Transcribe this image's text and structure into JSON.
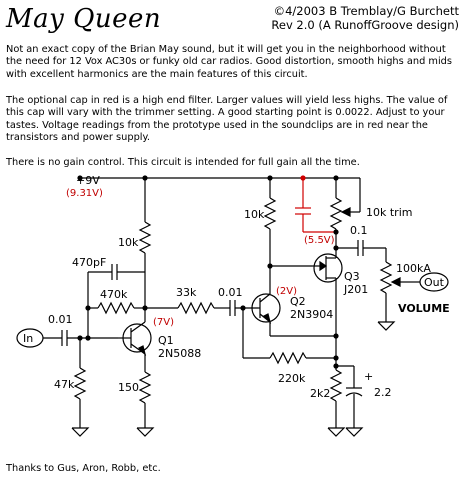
{
  "header": {
    "title": "May Queen",
    "credit_line1": "©4/2003  B Tremblay/G Burchett",
    "credit_line2": "Rev 2.0  (A RunoffGroove design)"
  },
  "description": {
    "p1": "Not an exact copy of the Brian May sound, but it will get you in the neighborhood without the need for 12 Vox AC30s or funky old car radios.  Good distortion, smooth highs and mids with excellent harmonics are the main features of this circuit.",
    "p2": "The optional cap in red is a high end filter.  Larger values will yield less highs.  The value of this cap will vary with the trimmer setting.  A good starting point is 0.0022.  Adjust to your tastes.  Voltage readings from the prototype used in the soundclips are in red near the transistors and power supply.",
    "p3": "There is no gain control.  This circuit is intended for full gain all the time."
  },
  "schematic": {
    "supply": "+9V",
    "supply_reading": "(9.31V)",
    "r_10k_left": "10k",
    "c_470pf": "470pF",
    "r_470k": "470k",
    "r_33k": "33k",
    "c_001_mid": "0.01",
    "c_001_in": "0.01",
    "input": "In",
    "q1_name": "Q1",
    "q1_part": "2N5088",
    "q1_reading": "(7V)",
    "r_47k": "47k",
    "r_150": "150",
    "q2_name": "Q2",
    "q2_part": "2N3904",
    "q2_reading": "(2V)",
    "r_10k_right": "10k",
    "r_220k": "220k",
    "r_2k2": "2k2",
    "c_22": "2.2",
    "c_plus": "+",
    "trim": "10k trim",
    "q3_reading": "(5.5V)",
    "c_01": "0.1",
    "q3_name": "Q3",
    "q3_part": "J201",
    "pot": "100kA",
    "pot_label": "VOLUME",
    "output": "Out"
  },
  "footer": "Thanks to Gus, Aron, Robb, etc.",
  "colors": {
    "wire": "#000000",
    "optional": "#d00000"
  }
}
